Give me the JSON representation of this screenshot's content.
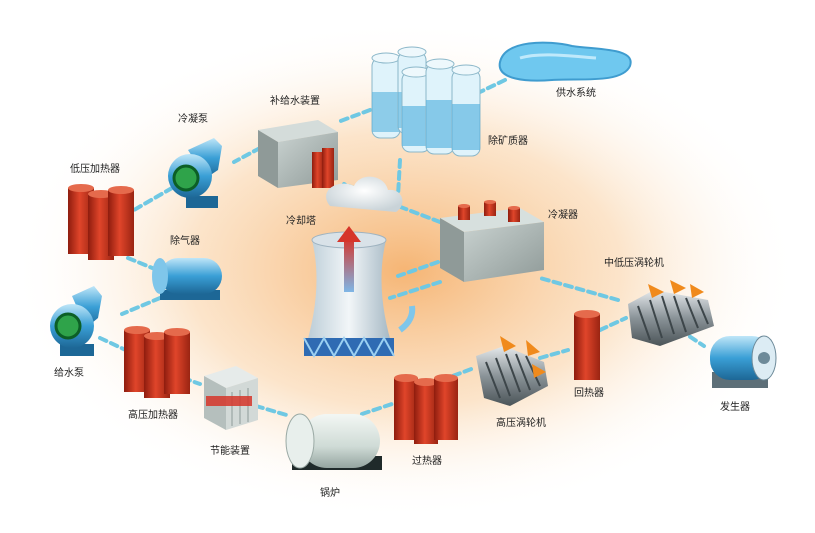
{
  "labels": {
    "water_supply_system": "供水系统",
    "demineralizer": "除矿质器",
    "makeup_water_unit": "补给水装置",
    "condensate_pump": "冷凝泵",
    "lp_heater": "低压加热器",
    "deaerator": "除气器",
    "cooling_tower": "冷却塔",
    "condenser": "冷凝器",
    "ip_lp_turbine": "中低压涡轮机",
    "feed_pump": "给水泵",
    "hp_heater": "高压加热器",
    "economizer": "节能装置",
    "boiler": "锅炉",
    "superheater": "过热器",
    "hp_turbine": "高压涡轮机",
    "reheater": "回热器",
    "generator": "发生器"
  },
  "colors": {
    "glow": "#f6b774",
    "flow_arrow": "#6fc8e3",
    "heater_red": "#c8321e",
    "steel_gray": "#a9b4b3",
    "pump_blue": "#2f8fc6",
    "water_blue": "#7fc6ea",
    "flame_orange": "#f08a1c"
  }
}
